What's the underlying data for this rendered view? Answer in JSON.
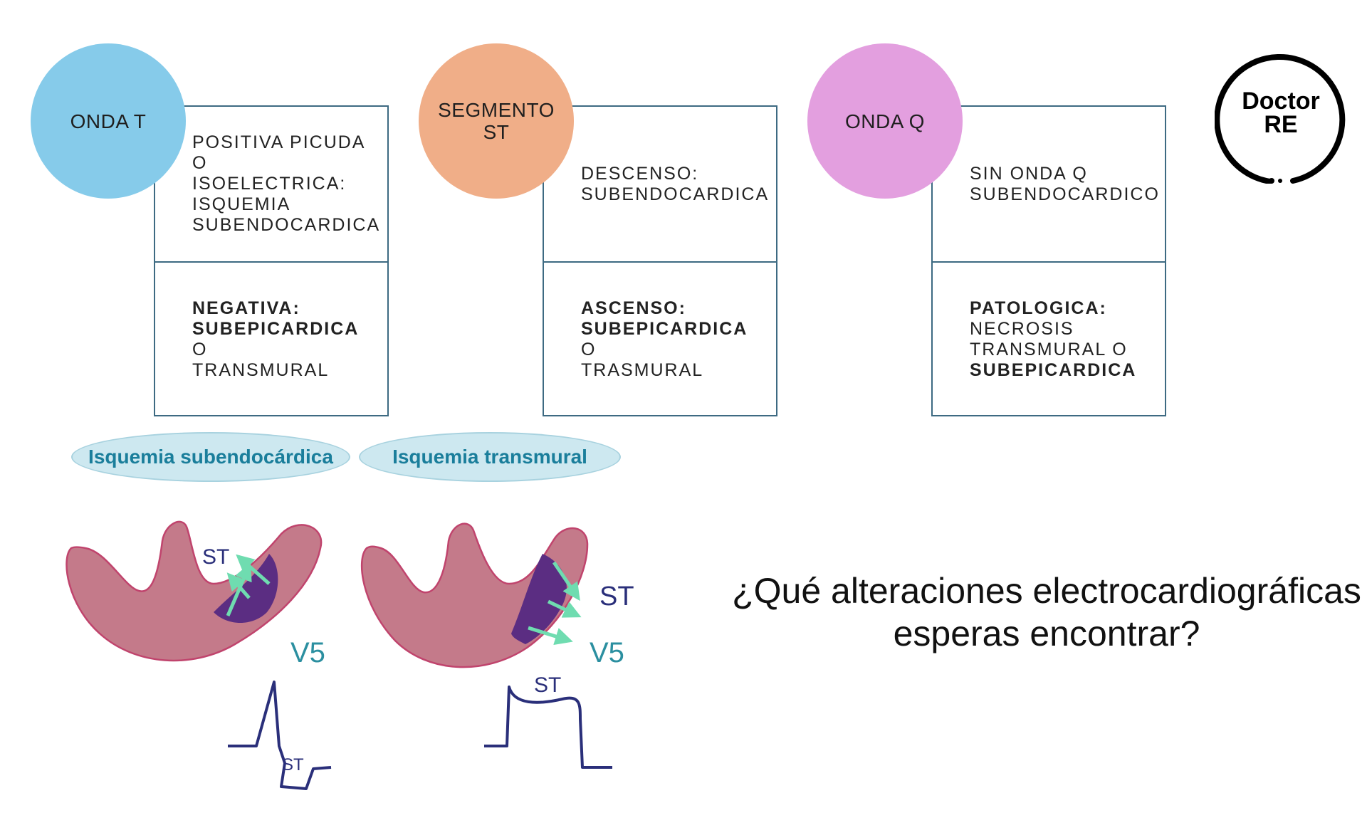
{
  "columns": [
    {
      "circle_lines": [
        "ONDA T"
      ],
      "circle_color": "#86cbea",
      "top_lines": [
        {
          "segments": [
            {
              "text": "POSITIVA PICUDA O",
              "bold": false
            }
          ]
        },
        {
          "segments": [
            {
              "text": "ISOELECTRICA:",
              "bold": false
            }
          ]
        },
        {
          "segments": [
            {
              "text": "ISQUEMIA",
              "bold": false
            }
          ]
        },
        {
          "segments": [
            {
              "text": "SUBENDOCARDICA",
              "bold": false
            }
          ]
        }
      ],
      "bottom_lines": [
        {
          "segments": [
            {
              "text": "NEGATIVA:",
              "bold": true
            }
          ]
        },
        {
          "segments": [
            {
              "text": "SUBEPICARDICA",
              "bold": true
            },
            {
              "text": " O",
              "bold": false
            }
          ]
        },
        {
          "segments": [
            {
              "text": "TRANSMURAL",
              "bold": false
            }
          ]
        }
      ]
    },
    {
      "circle_lines": [
        "SEGMENTO",
        "ST"
      ],
      "circle_color": "#f0ae88",
      "top_lines": [
        {
          "segments": [
            {
              "text": "DESCENSO:",
              "bold": false
            }
          ]
        },
        {
          "segments": [
            {
              "text": "SUBENDOCARDICA",
              "bold": false
            }
          ]
        }
      ],
      "bottom_lines": [
        {
          "segments": [
            {
              "text": "ASCENSO:",
              "bold": true
            }
          ]
        },
        {
          "segments": [
            {
              "text": "SUBEPICARDICA",
              "bold": true
            },
            {
              "text": " O",
              "bold": false
            }
          ]
        },
        {
          "segments": [
            {
              "text": "TRASMURAL",
              "bold": false
            }
          ]
        }
      ]
    },
    {
      "circle_lines": [
        "ONDA Q"
      ],
      "circle_color": "#e39fdf",
      "top_lines": [
        {
          "segments": [
            {
              "text": "SIN ONDA Q",
              "bold": false
            }
          ]
        },
        {
          "segments": [
            {
              "text": "SUBENDOCARDICO",
              "bold": false
            }
          ]
        }
      ],
      "bottom_lines": [
        {
          "segments": [
            {
              "text": "PATOLOGICA:",
              "bold": true
            }
          ]
        },
        {
          "segments": [
            {
              "text": "NECROSIS",
              "bold": false
            }
          ]
        },
        {
          "segments": [
            {
              "text": "TRANSMURAL O",
              "bold": false
            }
          ]
        },
        {
          "segments": [
            {
              "text": "SUBEPICARDICA",
              "bold": true
            }
          ]
        }
      ]
    }
  ],
  "pills": [
    "Isquemia subendocárdica",
    "Isquemia transmural"
  ],
  "illustration_labels": {
    "left_st": "ST",
    "left_v5": "V5",
    "left_ecg_st": "ST",
    "right_st": "ST",
    "right_v5": "V5",
    "right_ecg_st": "ST"
  },
  "question": {
    "line1": "¿Qué alteraciones electrocardiográficas",
    "line2": "esperas encontrar?"
  },
  "logo": {
    "line1": "Doctor",
    "line2": "RE"
  },
  "colors": {
    "box_border": "#3d6a82",
    "heart": "#c47a8a",
    "heart_outline": "#c0446d",
    "ischemia": "#5b2d82",
    "arrows": "#6fdcb0",
    "ecg": "#2a2f7a",
    "v5_label": "#2b8fa0",
    "pill_text": "#1a7e9b"
  }
}
